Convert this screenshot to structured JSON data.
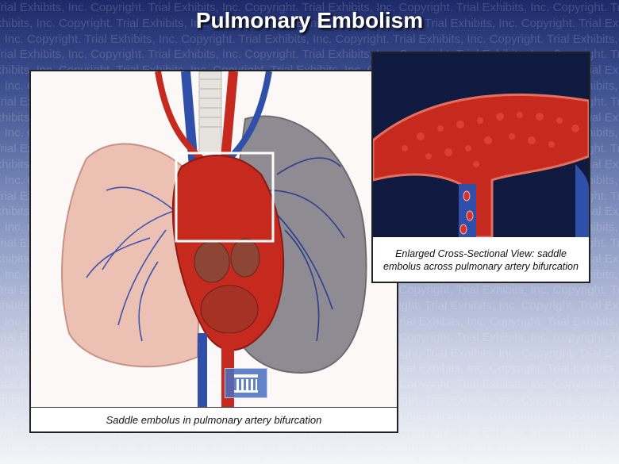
{
  "title": "Pulmonary Embolism",
  "watermark_text": "Trial Exhibits, Inc. Copyright.",
  "main_caption": "Saddle embolus in pulmonary artery bifurcation",
  "zoom_caption": "Enlarged Cross-Sectional View: saddle embolus across pulmonary artery bifurcation",
  "logo": {
    "copyright_symbol": "©",
    "icon": "pillar-building-icon"
  },
  "colors": {
    "background_top": "#1d2a6a",
    "vessel_red": "#c62a1e",
    "vessel_blue": "#2f4fa8",
    "lung_left": "#e9b9ac",
    "lung_right": "#8e8a90",
    "clot": "#b31a12"
  }
}
